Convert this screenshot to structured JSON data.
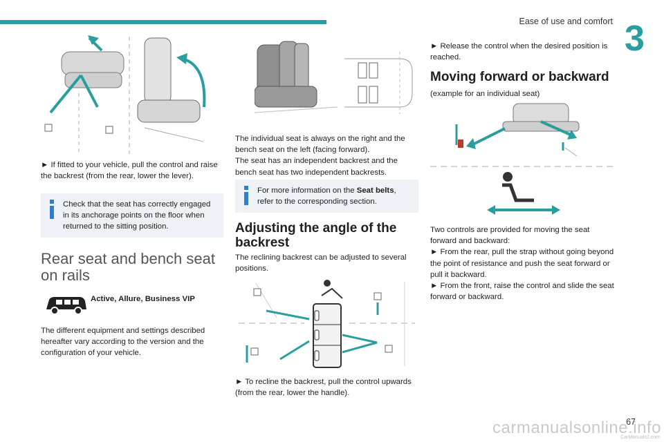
{
  "header": {
    "section_title": "Ease of use and comfort",
    "chapter_number": "3"
  },
  "col1": {
    "step_raise_backrest": "►  If fitted to your vehicle, pull the control and raise the backrest (from the rear, lower the lever).",
    "note_anchorage": "Check that the seat has correctly engaged in its anchorage points on the floor when returned to the sitting position.",
    "heading_rear_seat": "Rear seat and bench seat on rails",
    "versions": "Active, Allure, Business VIP",
    "intro_equipment": "The different equipment and settings described hereafter vary according to the version and the configuration of your vehicle."
  },
  "col2": {
    "seat_layout": "The individual seat is always on the right and the bench seat on the left (facing forward).\nThe seat has an independent backrest and the bench seat has two independent backrests.",
    "note_seatbelts_prefix": "For more information on the ",
    "note_seatbelts_bold": "Seat belts",
    "note_seatbelts_suffix": ", refer to the corresponding section.",
    "heading_backrest_angle": "Adjusting the angle of the backrest",
    "reclining_text": "The reclining backrest can be adjusted to several positions.",
    "step_recline": "►  To recline the backrest, pull the control upwards (from the rear, lower the handle)."
  },
  "col3": {
    "step_release": "►  Release the control when the desired position is reached.",
    "heading_moving": "Moving forward or backward",
    "example_note": "(example for an individual seat)",
    "controls_text": "Two controls are provided for moving the seat forward and backward:\n►  From the rear, pull the strap without going beyond the point of resistance and push the seat forward or pull it backward.\n►  From the front, raise the control and slide the seat forward or backward."
  },
  "footer": {
    "page_number": "67",
    "watermark": "carmanualsonline.info",
    "watermark_small": "CarManuals2.com"
  },
  "colors": {
    "accent": "#2a9d9f",
    "note_bg": "#eef1f5",
    "icon_blue": "#2f7fcf",
    "text": "#1f1f1f"
  },
  "icons": [
    "info-icon",
    "van-icon",
    "seat-illustration",
    "arrow-icon"
  ]
}
